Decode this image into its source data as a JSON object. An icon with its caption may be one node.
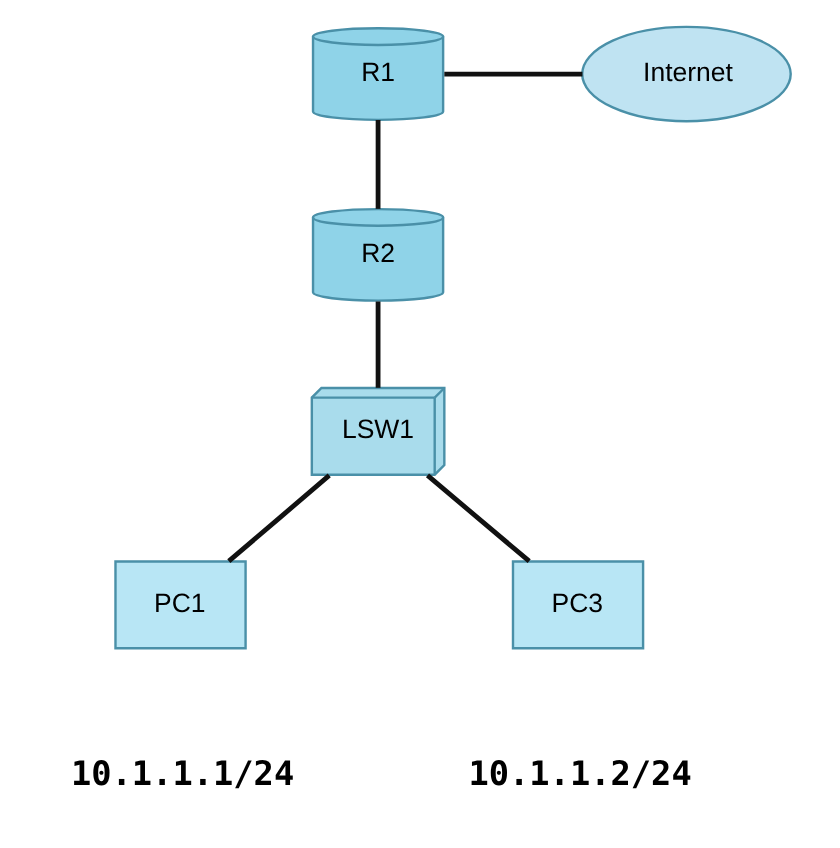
{
  "diagram": {
    "nodes": [
      {
        "text": [
          "R1"
        ]
      },
      {
        "text": [
          "Internet"
        ]
      },
      {
        "text": [
          "R2"
        ]
      },
      {
        "text": [
          "LSW1"
        ]
      },
      {
        "text": [
          "PC1"
        ],
        "beside": [
          "10.1.1.1/24"
        ]
      },
      {
        "text": [
          "PC3"
        ],
        "beside": [
          "10.1.1.2/24"
        ]
      }
    ],
    "edges": [
      {
        "from": 0,
        "to": 1,
        "arrow": "none"
      },
      {
        "from": 0,
        "to": 2,
        "arrow": "none"
      },
      {
        "from": 2,
        "to": 3,
        "arrow": "none"
      },
      {
        "from": 3,
        "to": 4,
        "arrow": "none"
      },
      {
        "from": 3,
        "to": 5,
        "arrow": "none"
      }
    ]
  }
}
